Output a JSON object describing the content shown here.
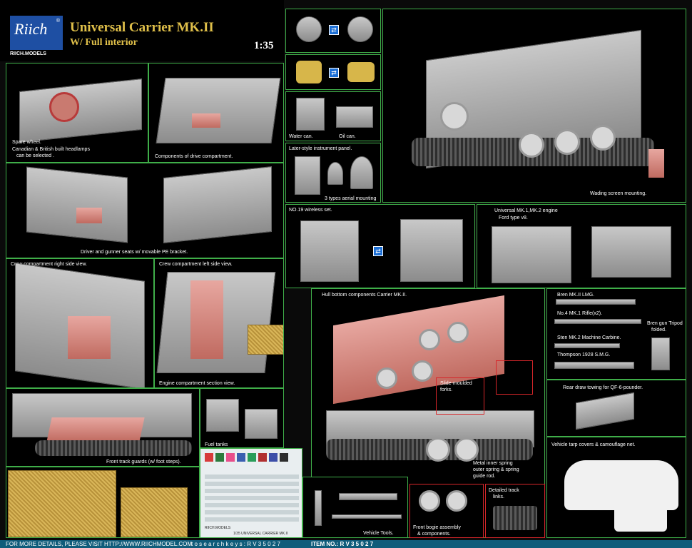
{
  "header": {
    "brand": "RIICH.MODELS",
    "logo_text": "Riich",
    "title": "Universal Carrier MK.II",
    "subtitle": "W/ Full interior",
    "scale": "1:35"
  },
  "captions": {
    "spare_wheel": "Spare wheel.",
    "headlamps": "Canadian & British built headlamps",
    "headlamps2": "can be selected .",
    "drive": "Components of drive compartment.",
    "seats": "Driver and gunner seats w/ movable PE bracket.",
    "crew_right": "Crew compartment right side view.",
    "crew_left": "Crew compartment left side view.",
    "engine_section": "Engine compartment section view.",
    "track_guards": "Front track guards (w/ foot steps).",
    "fuel_tanks": "Fuel tanks",
    "water_can": "Water can.",
    "oil_can": "Oil can.",
    "instrument": "Later-style instrument panel.",
    "aerial": "3 types aerial mounting",
    "wading": "Wading screen mounting.",
    "wireless": "NO.19 wireless set.",
    "engine_a": "Universal MK.1,MK.2 engine",
    "engine_b": "Ford type v8.",
    "hull_bottom": "Hull bottom components Carrier MK.II.",
    "slide_forks_a": "Slide-moulded",
    "slide_forks_b": "forks.",
    "spring_a": "Metal inner spring",
    "spring_b": "outer spring & spring",
    "spring_c": "guide rod.",
    "vehicle_tools": "Vehicle Tools.",
    "front_bogie_a": "Front bogie assembly",
    "front_bogie_b": "& components.",
    "track_links_a": "Detailed track",
    "track_links_b": "links.",
    "bren_lmg": "Bren MK.II LMG.",
    "rifle": "No.4 MK.1 Rifle(x2).",
    "sten": "Sten MK.2 Machine Carbine.",
    "thompson": "Thompson 1928 S.M.G.",
    "tripod_a": "Bren gun Tripod",
    "tripod_b": "folded.",
    "rear_draw": "Rear draw towing for QF-6-pounder.",
    "tarp": "Vehicle tarp covers & camouflage net."
  },
  "decal": {
    "brand": "RIICH.MODELS",
    "sheet_title": "1/35 UNIVERSAL CARRIER MK.II",
    "swatches": [
      "#d73a3a",
      "#2b7a3c",
      "#e84e8a",
      "#3a5fb0",
      "#2a9d5a",
      "#b03030",
      "#3c4ea8",
      "#2d2d2d"
    ]
  },
  "footer": {
    "left": "FOR MORE DETAILS, PLEASE VISIT HTTP://WWW.RIICHMODEL.COM",
    "keys": "t o s e a r c h k e y s : R V 3 5 0 2 7",
    "item": "ITEM NO.: R V 3 5 0 2 7"
  },
  "colors": {
    "frame": "#3fae49",
    "accent_red": "#d6262a",
    "arrow_blue": "#1c6fd6",
    "brand_blue": "#1e4fa3"
  }
}
